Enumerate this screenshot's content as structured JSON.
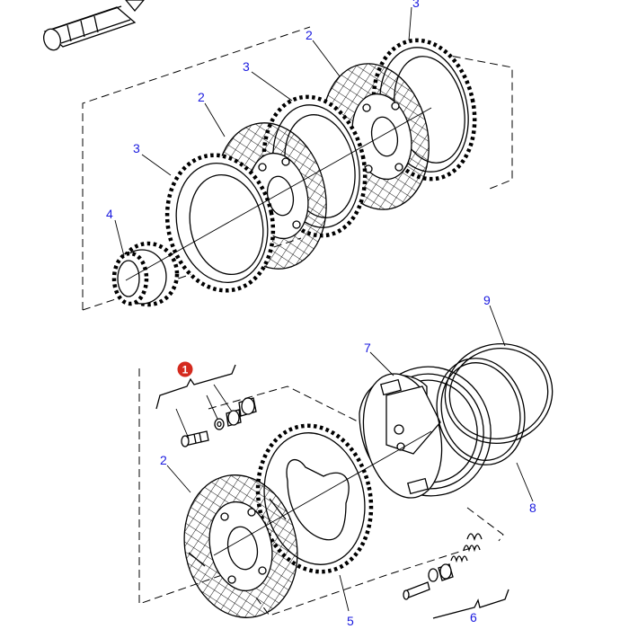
{
  "diagram": {
    "title": "Exploded view - brake disc pack assembly",
    "labels": {
      "upper_ring_top": "3",
      "upper_disc_right": "2",
      "upper_ring_mid": "3",
      "upper_disc_mid": "2",
      "upper_ring_left": "3",
      "splined_hub": "4",
      "pressure_plate": "7",
      "seal_outer": "9",
      "seal_inner": "8",
      "bolt_set": "1",
      "lower_disc": "2",
      "lower_ring": "5",
      "spring_set": "6"
    },
    "badge_number": "1",
    "colors": {
      "label": "#1a1adf",
      "badge": "#d42a1e",
      "line": "#000000",
      "background": "#ffffff"
    }
  }
}
